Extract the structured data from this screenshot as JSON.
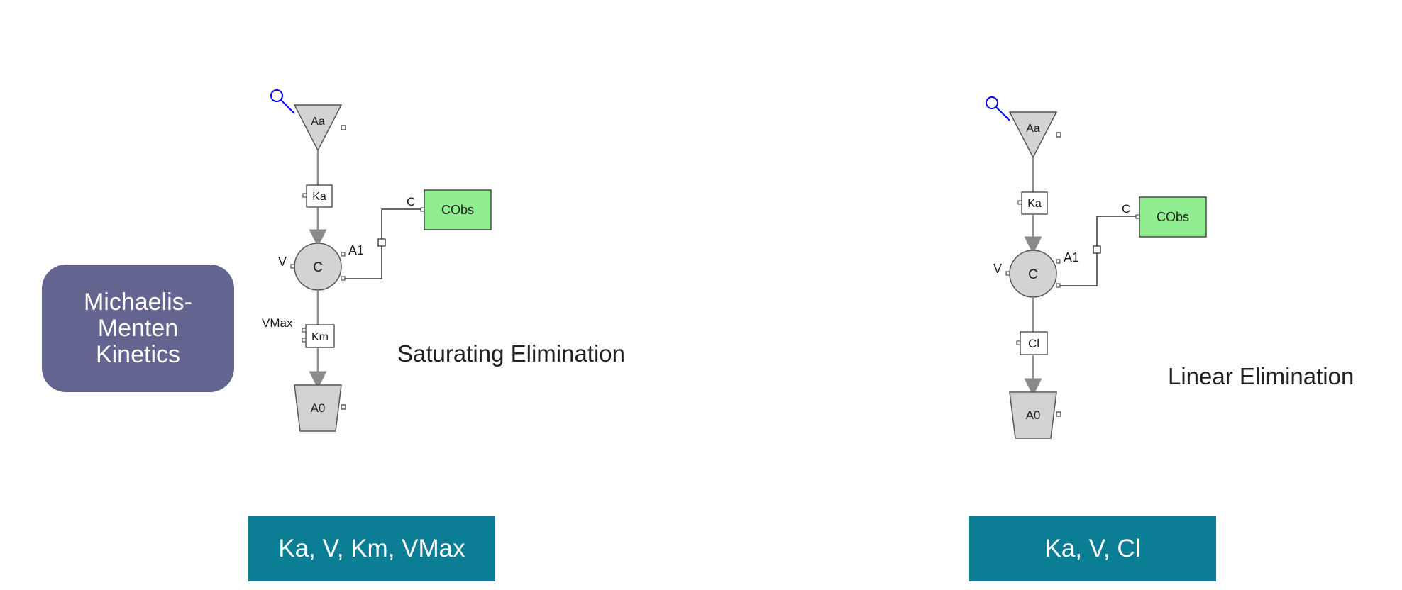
{
  "badge": {
    "text": "Michaelis-\nMenten\nKinetics"
  },
  "models": [
    {
      "title": "Saturating Elimination",
      "params": "Ka, V, Km, VMax",
      "nodes": {
        "absorption": "Aa",
        "absorption_rate": "Ka",
        "central": "C",
        "volume": "V",
        "amount": "A1",
        "observation": "CObs",
        "conc_link": "C",
        "elimination": "Km",
        "elimination_extra": "VMax",
        "sink": "A0"
      }
    },
    {
      "title": "Linear Elimination",
      "params": "Ka, V, Cl",
      "nodes": {
        "absorption": "Aa",
        "absorption_rate": "Ka",
        "central": "C",
        "volume": "V",
        "amount": "A1",
        "observation": "CObs",
        "conc_link": "C",
        "elimination": "Cl",
        "sink": "A0"
      }
    }
  ],
  "colors": {
    "badge": "#646490",
    "param_box": "#0b7e96",
    "observation": "#90ee90",
    "compartment": "#d3d3d3",
    "dose_marker": "#0000ff"
  }
}
